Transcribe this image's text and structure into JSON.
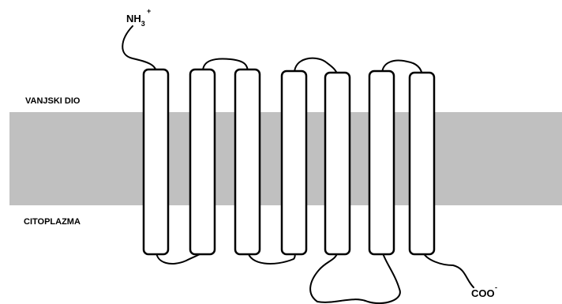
{
  "labels": {
    "outside": "VANJSKI DIO",
    "cytoplasm": "CITOPLAZMA"
  },
  "n_terminus": {
    "base": "NH",
    "subscript": "3",
    "superscript": "+"
  },
  "c_terminus": {
    "base": "COO",
    "superscript": "-"
  },
  "colors": {
    "membrane": "#c0c0c0",
    "helix_fill": "#ffffff",
    "stroke": "#000000"
  },
  "transmembrane_helix_count": 7
}
